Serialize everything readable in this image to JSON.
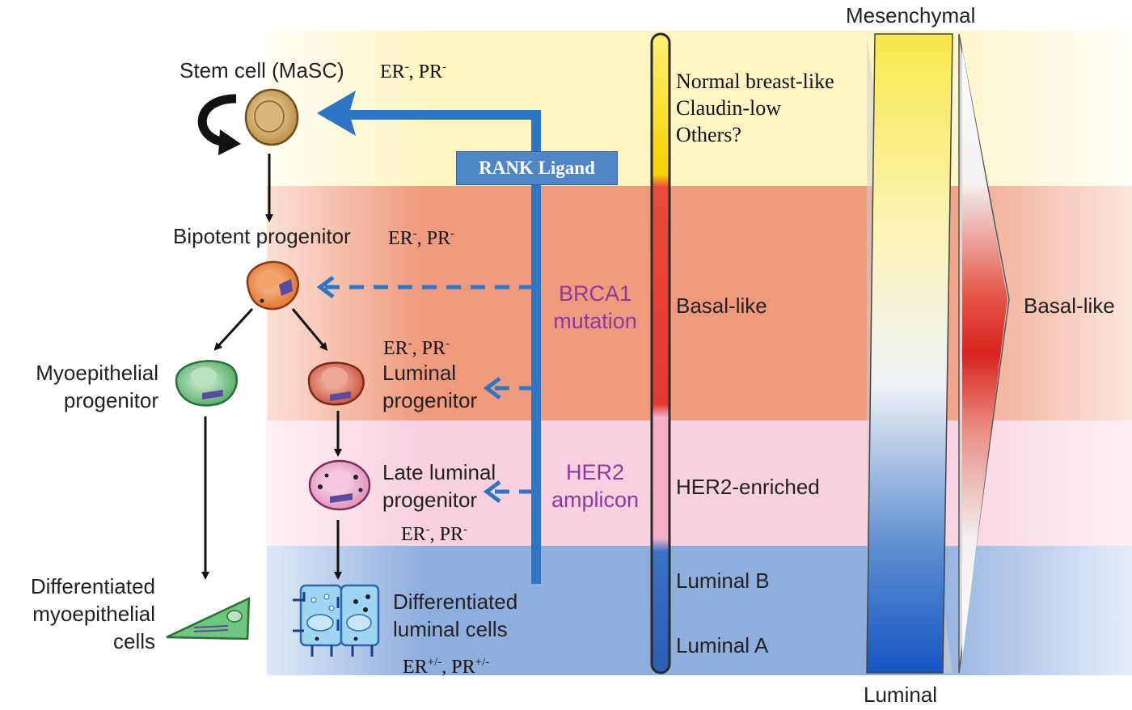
{
  "title_right": "Mesenchymal",
  "label_luminal_bottom": "Luminal",
  "label_basal_right": "Basal-like",
  "rank_ligand": "RANK Ligand",
  "hierarchy": {
    "stem": {
      "name": "Stem cell (MaSC)",
      "er": "ER",
      "er_sup": "-",
      "pr": ", PR",
      "pr_sup": "-"
    },
    "bipotent": {
      "name": "Bipotent progenitor",
      "er": "ER",
      "er_sup": "-",
      "pr": ", PR",
      "pr_sup": "-"
    },
    "myo_prog": {
      "line1": "Myoepithelial",
      "line2": "progenitor"
    },
    "luminal_prog": {
      "er": "ER",
      "er_sup": "-",
      "pr": ", PR",
      "pr_sup": "-",
      "line1": "Luminal",
      "line2": "progenitor"
    },
    "late_luminal": {
      "line1": "Late luminal",
      "line2": "progenitor",
      "er": "ER",
      "er_sup": "-",
      "pr": ", PR",
      "pr_sup": "-"
    },
    "diff_myo": {
      "line1": "Differentiated",
      "line2": "myoepithelial",
      "line3": "cells"
    },
    "diff_luminal": {
      "line1": "Differentiated",
      "line2": "luminal cells",
      "er": "ER",
      "er_sup": "+/-",
      "pr": ", PR",
      "pr_sup": "+/-"
    }
  },
  "mutations": {
    "brca1": {
      "line1": "BRCA1",
      "line2": "mutation"
    },
    "her2": {
      "line1": "HER2",
      "line2": "amplicon"
    }
  },
  "subtypes": {
    "normal": "Normal breast-like",
    "claudin": "Claudin-low",
    "others": "Others?",
    "basal": "Basal-like",
    "her2": "HER2-enriched",
    "luminal_b": "Luminal B",
    "luminal_a": "Luminal A"
  },
  "colors": {
    "yellow_band": "#fdf6c4",
    "red_band": "#ef9a7c",
    "pink_band": "#f8d0e0",
    "blue_band": "#8eaede",
    "arrow_blue": "#2e76c4",
    "purple_text": "#8e3a9d"
  }
}
